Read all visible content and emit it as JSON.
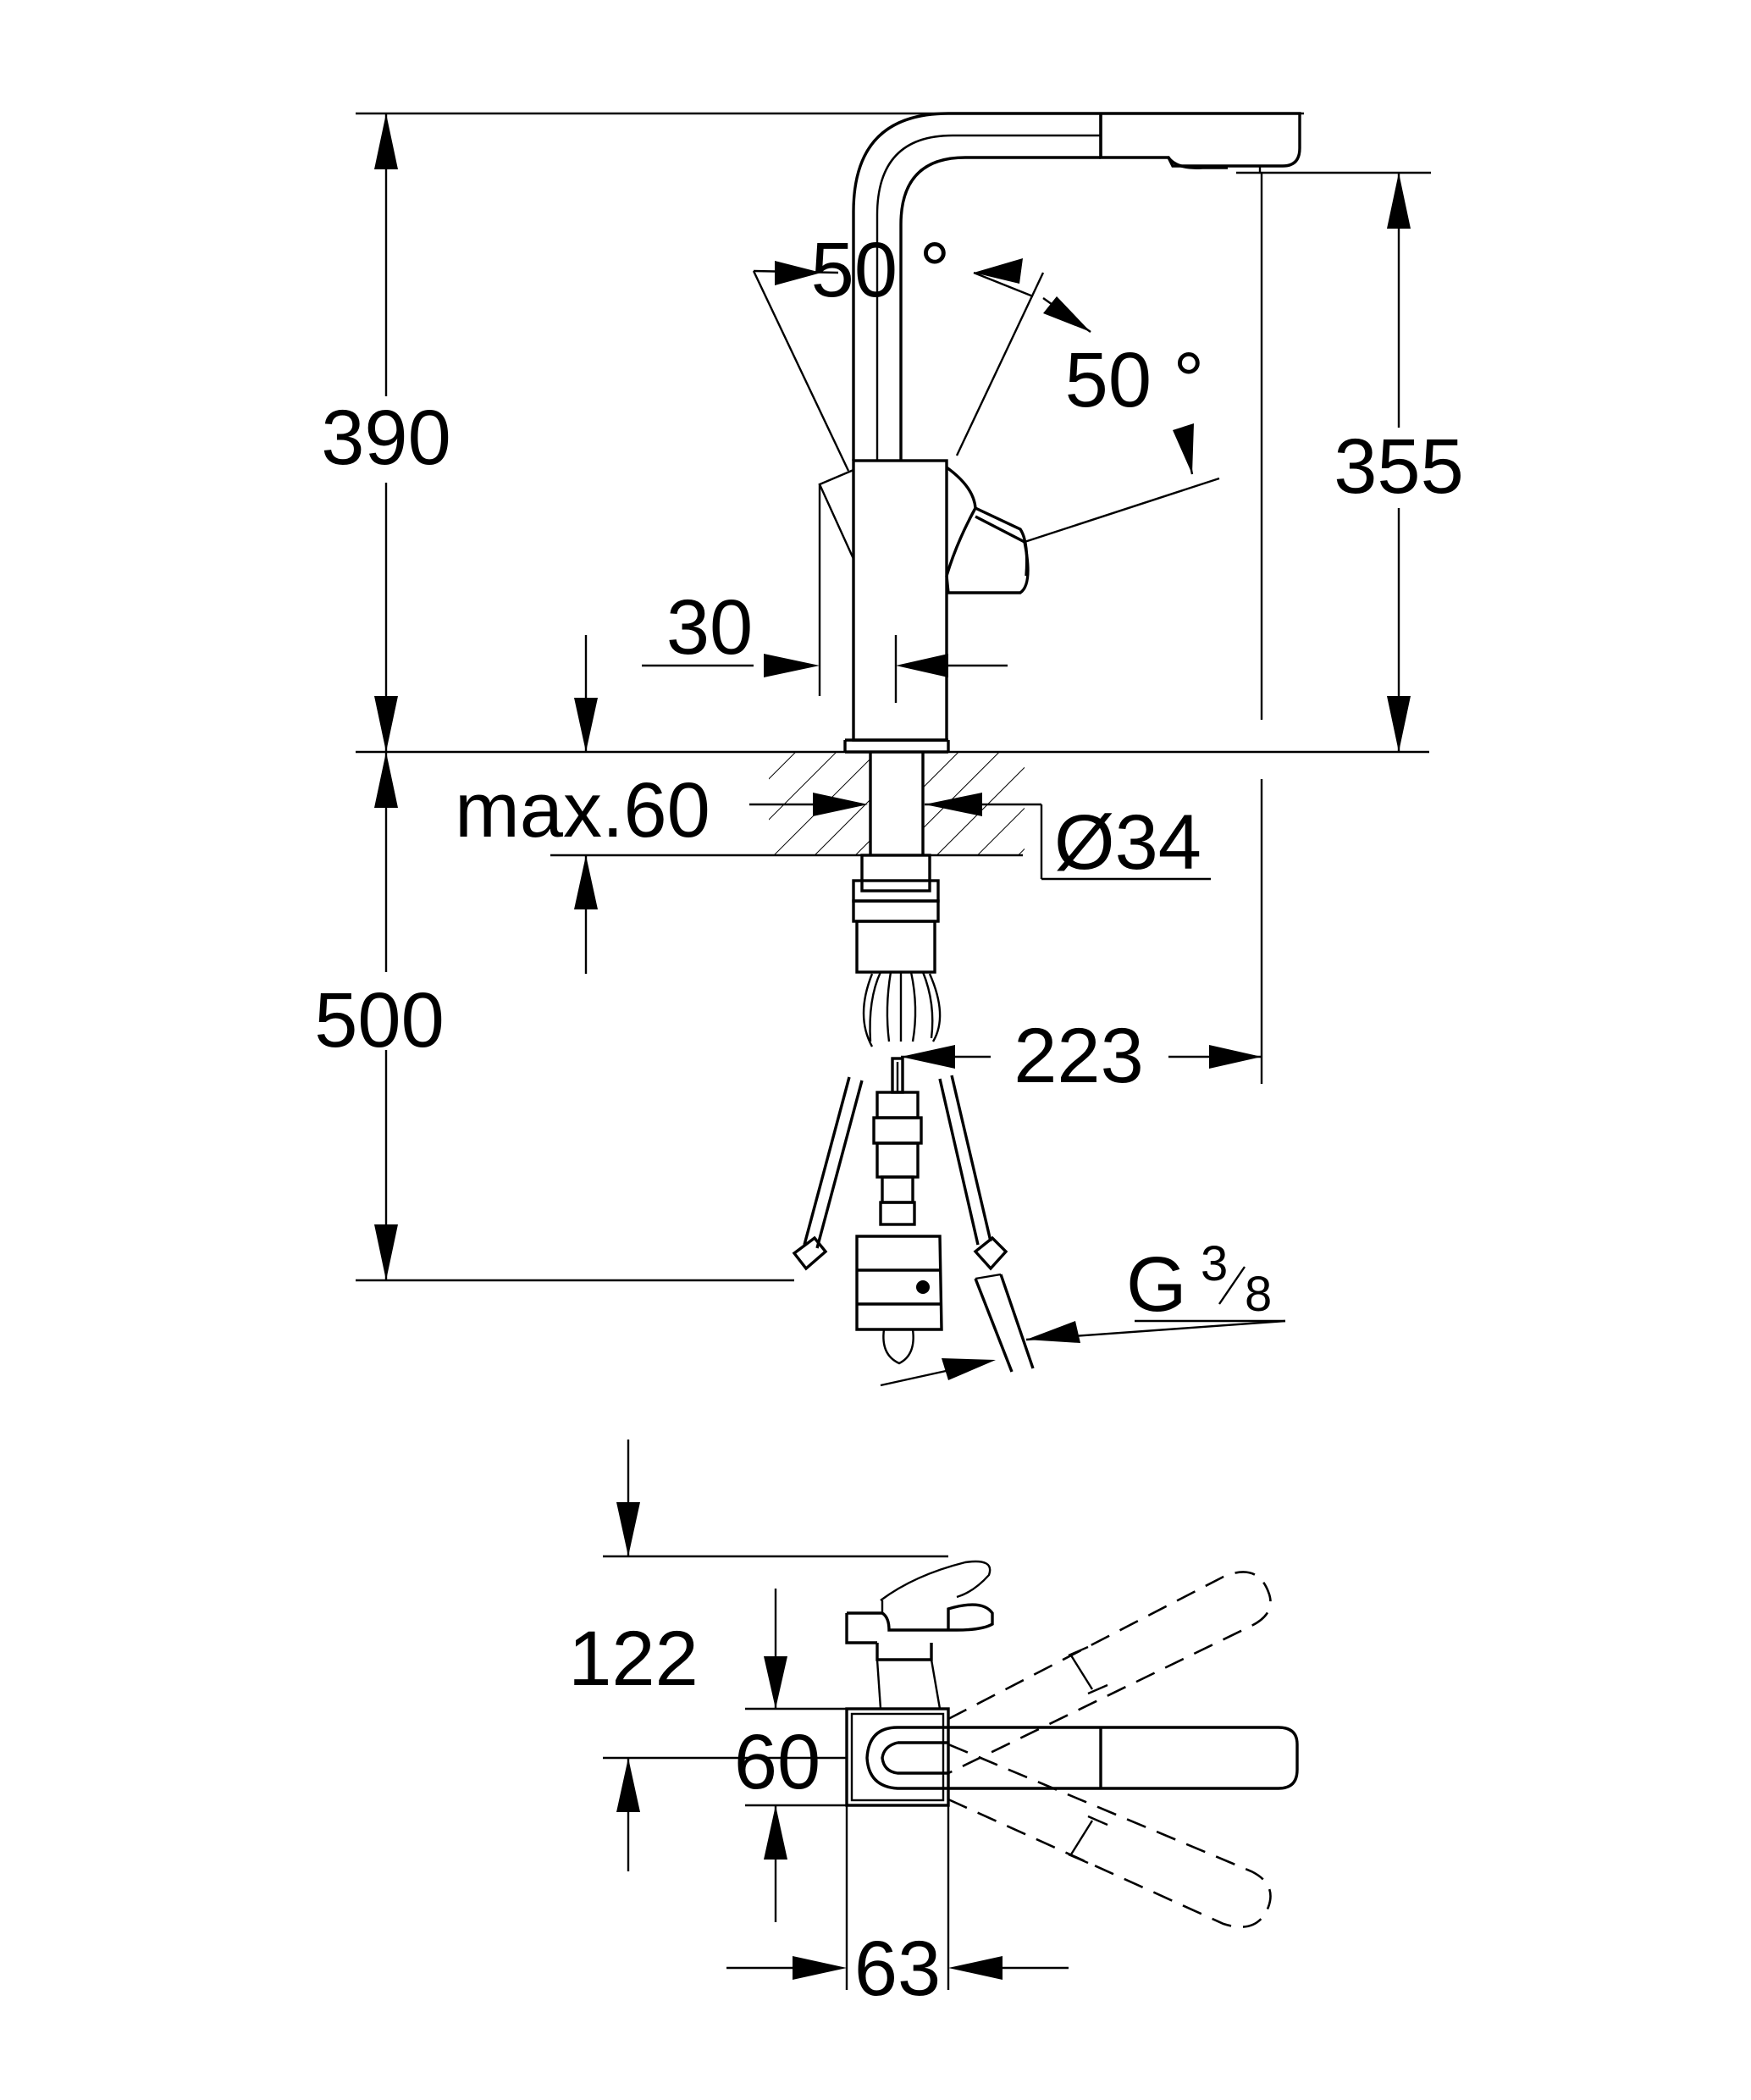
{
  "dimensions": {
    "height_total": "390",
    "spout_height": "355",
    "angle_spout": "50 °",
    "angle_lever": "50 °",
    "lever_offset": "30",
    "max_deck": "max.60",
    "hole_diameter": "Ø34",
    "below_deck": "500",
    "reach": "223",
    "thread_g": "G",
    "thread_num": "3",
    "thread_den": "8",
    "top_view_height": "122",
    "top_view_width": "60",
    "base_width": "63"
  }
}
